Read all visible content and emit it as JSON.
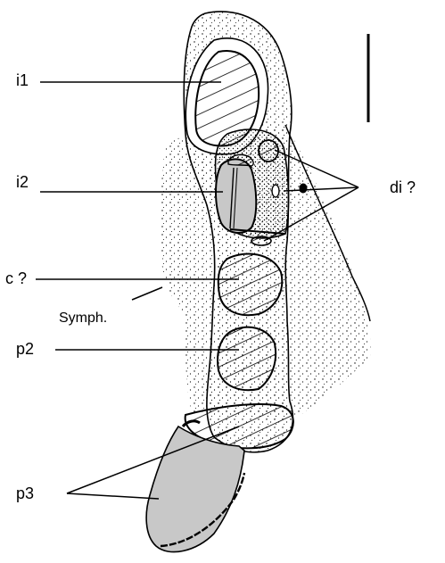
{
  "labels": {
    "i1": "i1",
    "i2": "i2",
    "c": "c ?",
    "symph": "Symph.",
    "p2": "p2",
    "p3": "p3",
    "di": "di ?"
  },
  "colors": {
    "ink": "#000000",
    "gray_fill": "#c8c8c8",
    "stipple": "#000000"
  }
}
